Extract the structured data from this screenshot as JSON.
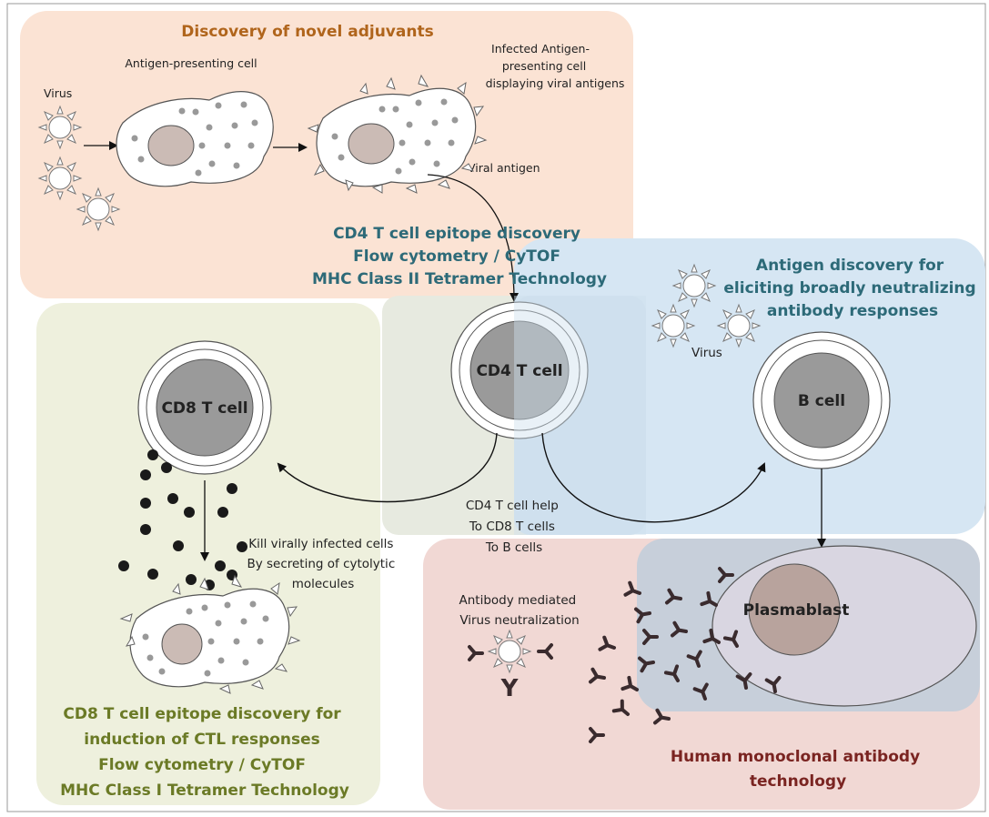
{
  "labels": {
    "adjuvants_title": "Discovery of novel adjuvants",
    "apc": "Antigen-presenting cell",
    "virus_left": "Virus",
    "infected_apc": [
      "Infected Antigen-",
      "presenting cell",
      "displaying viral antigens"
    ],
    "viral_antigen": "Viral antigen",
    "cd4_epitope": [
      "CD4 T cell epitope discovery",
      "Flow cytometry / CyTOF",
      "MHC Class II Tetramer Technology"
    ],
    "antigen_discovery": [
      "Antigen discovery for",
      "eliciting broadly neutralizing",
      "antibody responses"
    ],
    "virus_right": "Virus",
    "cd4_cell": "CD4 T cell",
    "cd8_cell": "CD8 T cell",
    "b_cell": "B cell",
    "cd4_help": [
      "CD4 T cell help",
      "To CD8 T cells",
      "To B cells"
    ],
    "kill": [
      "Kill virally infected cells",
      "By secreting of cytolytic",
      "molecules"
    ],
    "antibody_mediated": [
      "Antibody mediated",
      "Virus neutralization"
    ],
    "plasmablast": "Plasmablast",
    "cd8_epitope": [
      "CD8 T cell epitope discovery for",
      "induction of CTL responses",
      "Flow cytometry / CyTOF",
      "MHC Class I Tetramer Technology"
    ],
    "human_mab": [
      "Human monoclonal antibody",
      "technology"
    ],
    "antibody_glyph": "Y"
  },
  "colors": {
    "adjuvants_panel": "#fbe3d4",
    "cd8_panel": "#eef0dd",
    "bcell_panel": "#d6e6f3",
    "mab_panel": "#f1d8d4",
    "overlap_panel": "#c7cfda",
    "title_orange": "#b0651c",
    "title_teal": "#2d6a78",
    "title_green": "#6b7a26",
    "title_red": "#7a2421",
    "cell_nucleus": "#9a9a9a",
    "antibody": "#3a2b2e"
  }
}
